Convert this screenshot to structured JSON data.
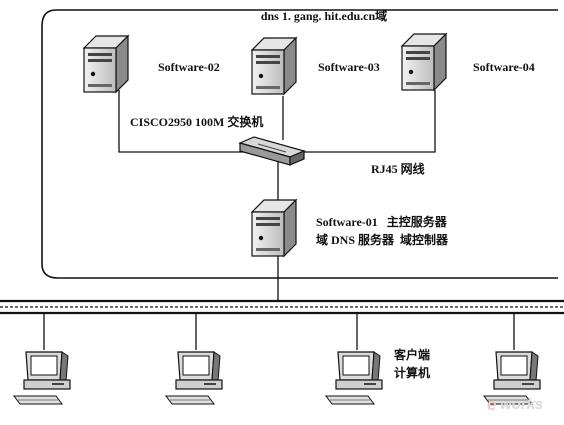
{
  "domain_title": "dns 1. gang. hit.edu.cn域",
  "servers": [
    {
      "id": "software-02",
      "label": "Software-02"
    },
    {
      "id": "software-03",
      "label": "Software-03"
    },
    {
      "id": "software-04",
      "label": "Software-04"
    }
  ],
  "switch_label": "CISCO2950 100M 交换机",
  "cable_label": "RJ45 网线",
  "main_server": {
    "label_line1": "Software-01   主控服务器",
    "label_line2": "域 DNS 服务器  域控制器"
  },
  "client_label_line1": "客户端",
  "client_label_line2": "计算机",
  "watermark": {
    "prefix": "e",
    "text": "works"
  }
}
